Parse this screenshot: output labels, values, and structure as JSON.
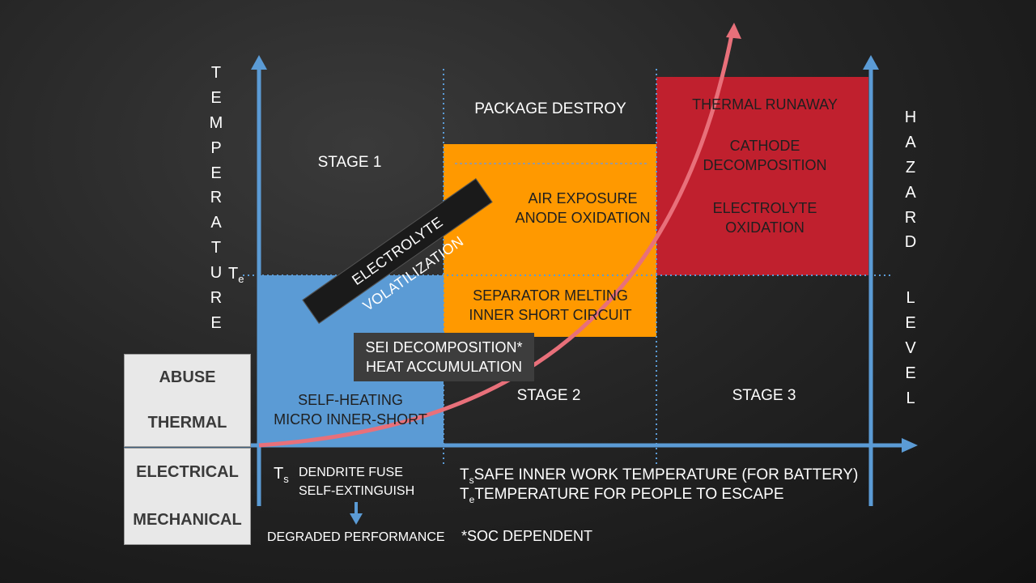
{
  "axis": {
    "temperature_letters": [
      "T",
      "E",
      "M",
      "P",
      "E",
      "R",
      "A",
      "T",
      "U",
      "R",
      "E"
    ],
    "hazard_letters": [
      "H",
      "A",
      "Z",
      "A",
      "R",
      "D"
    ],
    "level_letters": [
      "L",
      "E",
      "V",
      "E",
      "L"
    ],
    "te_label": "T",
    "te_sub": "e",
    "ts_label": "T",
    "ts_sub": "s"
  },
  "categories": {
    "abuse": "ABUSE",
    "thermal": "THERMAL",
    "electrical": "ELECTRICAL",
    "mechanical": "MECHANICAL"
  },
  "stages": {
    "stage1": "STAGE 1",
    "stage2": "STAGE 2",
    "stage3": "STAGE 3"
  },
  "blocks": {
    "package_destroy": "PACKAGE DESTROY",
    "air_exposure": "AIR EXPOSURE",
    "anode_oxidation": "ANODE OXIDATION",
    "separator_melting": "SEPARATOR MELTING",
    "inner_short": "INNER SHORT CIRCUIT",
    "thermal_runaway": "THERMAL RUNAWAY",
    "cathode": "CATHODE",
    "decomposition": "DECOMPOSITION",
    "electrolyte": "ELECTROLYTE",
    "oxidation": "OXIDATION",
    "electrolyte_volatilization": "ELECTROLYTE VOLATILIZATION",
    "sei_decomposition": "SEI DECOMPOSITION*",
    "heat_accumulation": "HEAT ACCUMULATION",
    "self_heating": "SELF-HEATING",
    "micro_inner_short": "MICRO INNER-SHORT"
  },
  "notes": {
    "dendrite_fuse": "DENDRITE FUSE",
    "self_extinguish": "SELF-EXTINGUISH",
    "degraded_performance": "DEGRADED PERFORMANCE",
    "ts_definition": "SAFE INNER WORK TEMPERATURE (FOR BATTERY)",
    "te_definition": "TEMPERATURE FOR PEOPLE TO ESCAPE",
    "soc_dependent": "*SOC DEPENDENT"
  },
  "colors": {
    "axis_blue": "#5b9bd5",
    "stage1_blue": "#5b9bd5",
    "stage2_orange": "#ff9900",
    "stage3_red": "#c0202e",
    "curve_pink": "#e8707a",
    "side_box": "#e8e8e8"
  }
}
